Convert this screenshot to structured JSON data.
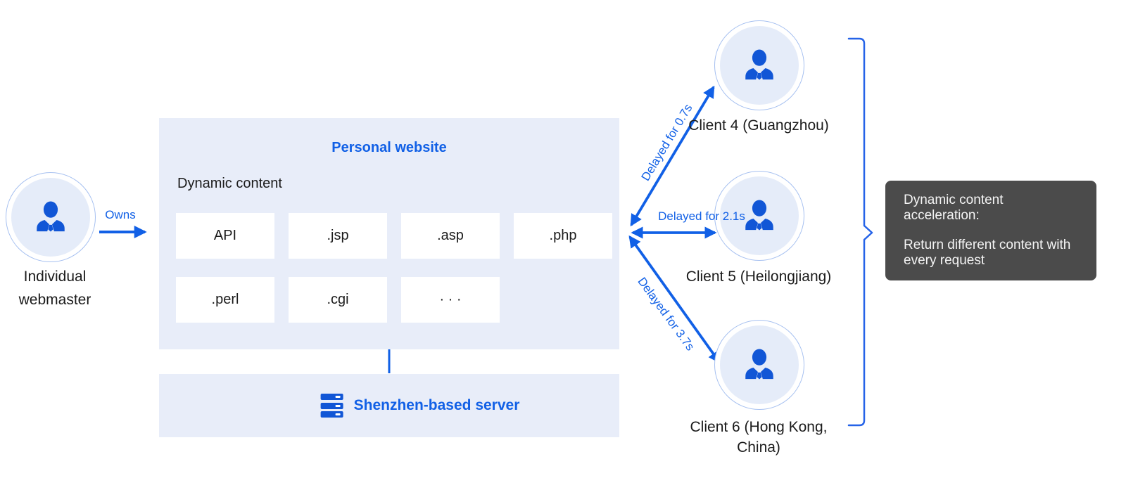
{
  "colors": {
    "primary_blue": "#1160E6",
    "icon_blue": "#1156D6",
    "panel_bg": "#E8EDF9",
    "chip_bg": "#FFFFFF",
    "avatar_bg": "#E5ECF9",
    "avatar_ring": "#A6C0F0",
    "dark_box_bg": "#4B4B4B",
    "dark_box_text": "#F4F4F4",
    "text_dark": "#1B1B1B"
  },
  "webmaster": {
    "icon": "person-icon",
    "label": "Individual webmaster"
  },
  "owns_arrow": {
    "label": "Owns"
  },
  "website_panel": {
    "title": "Personal website",
    "subtitle": "Dynamic content",
    "chips_row1": [
      "API",
      ".jsp",
      ".asp",
      ".php"
    ],
    "chips_row2": [
      ".perl",
      ".cgi",
      "· · ·"
    ]
  },
  "connector": {
    "from": "website_panel",
    "to": "server_panel"
  },
  "server_panel": {
    "icon": "server-icon",
    "label": "Shenzhen-based server"
  },
  "clients": [
    {
      "icon": "person-icon",
      "label": "Client 4 (Guangzhou)",
      "delay_label": "Delayed for 0.7s"
    },
    {
      "icon": "person-icon",
      "label": "Client 5 (Heilongjiang)",
      "delay_label": "Delayed for 2.1s"
    },
    {
      "icon": "person-icon",
      "label": "Client 6 (Hong Kong, China)",
      "delay_label": "Delayed for 3.7s"
    }
  ],
  "callout": {
    "line1": "Dynamic content acceleration:",
    "line2": "Return different content with every request"
  }
}
